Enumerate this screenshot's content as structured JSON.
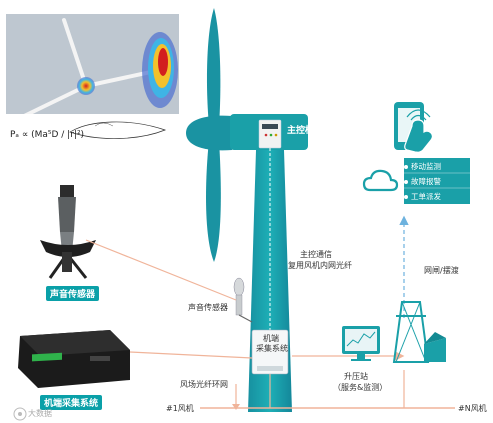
{
  "labels": {
    "main_cabinet": "主控柜",
    "main_comm_line1": "主控通信",
    "main_comm_line2": "复用风机内网光纤",
    "sound_sensor_small": "声音传感器",
    "nacelle_collect_line1": "机端",
    "nacelle_collect_line2": "采集系统",
    "sound_sensor_tag": "声音传感器",
    "nacelle_collect_tag": "机端采集系统",
    "ring_network": "风场光纤环网",
    "substation_line1": "升压站",
    "substation_line2": "（服务&监测）",
    "network_link": "网闸/摆渡",
    "turbine_first": "#1风机",
    "turbine_last": "#N风机",
    "watermark": "大数据"
  },
  "cloud_panel": {
    "items": [
      "移动监测",
      "故障报警",
      "工单派发"
    ]
  },
  "inset": {
    "formula": "Pₐ ∝ (Ma⁵D / |r|²)"
  },
  "colors": {
    "tower": "#1aa0a8",
    "blade": "#1a93a2",
    "accent": "#0aa0a8",
    "arrow": "#f0b49a",
    "dashed": "#6db2de"
  }
}
